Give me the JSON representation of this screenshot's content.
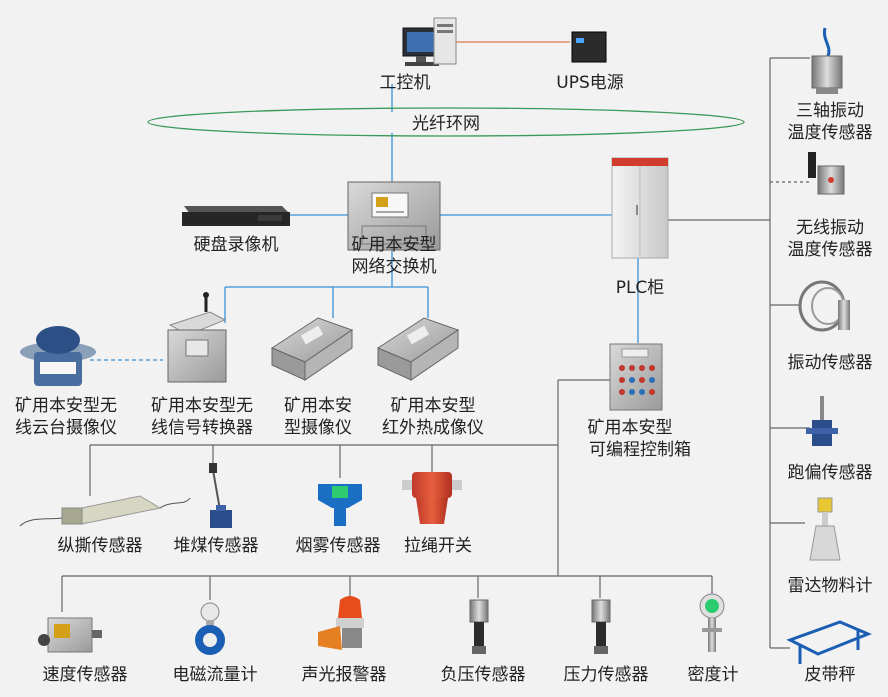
{
  "labels": {
    "ipc": "工控机",
    "ups": "UPS电源",
    "ring": "光纤环网",
    "nvr": "硬盘录像机",
    "switch_1": "矿用本安型",
    "switch_2": "网络交换机",
    "plc_cab": "PLC柜",
    "ptz_1": "矿用本安型无",
    "ptz_2": "线云台摄像仪",
    "conv_1": "矿用本安型无",
    "conv_2": "线信号转换器",
    "cam_1": "矿用本安",
    "cam_2": "型摄像仪",
    "ir_1": "矿用本安型",
    "ir_2": "红外热成像仪",
    "ctrl_1": "矿用本安型",
    "ctrl_2": "可编程控制箱",
    "tear": "纵撕传感器",
    "coal": "堆煤传感器",
    "smoke": "烟雾传感器",
    "pull": "拉绳开关",
    "speed": "速度传感器",
    "flow": "电磁流量计",
    "alarm": "声光报警器",
    "negp": "负压传感器",
    "press": "压力传感器",
    "dens": "密度计",
    "vib3_1": "三轴振动",
    "vib3_2": "温度传感器",
    "wvib_1": "无线振动",
    "wvib_2": "温度传感器",
    "vib": "振动传感器",
    "dev": "跑偏传感器",
    "radar": "雷达物料计",
    "belt": "皮带秤"
  },
  "colors": {
    "network_line": "#3a8fd6",
    "power_line": "#e0784a",
    "wire_line": "#666666",
    "ring_stroke": "#3a9a5a",
    "background": "#f2f2f2"
  },
  "icons": {
    "ipc": "industrial-pc-icon",
    "ups": "ups-icon",
    "nvr": "nvr-icon",
    "switch": "network-switch-icon",
    "plc": "plc-cabinet-icon",
    "ctrl": "control-box-icon"
  }
}
